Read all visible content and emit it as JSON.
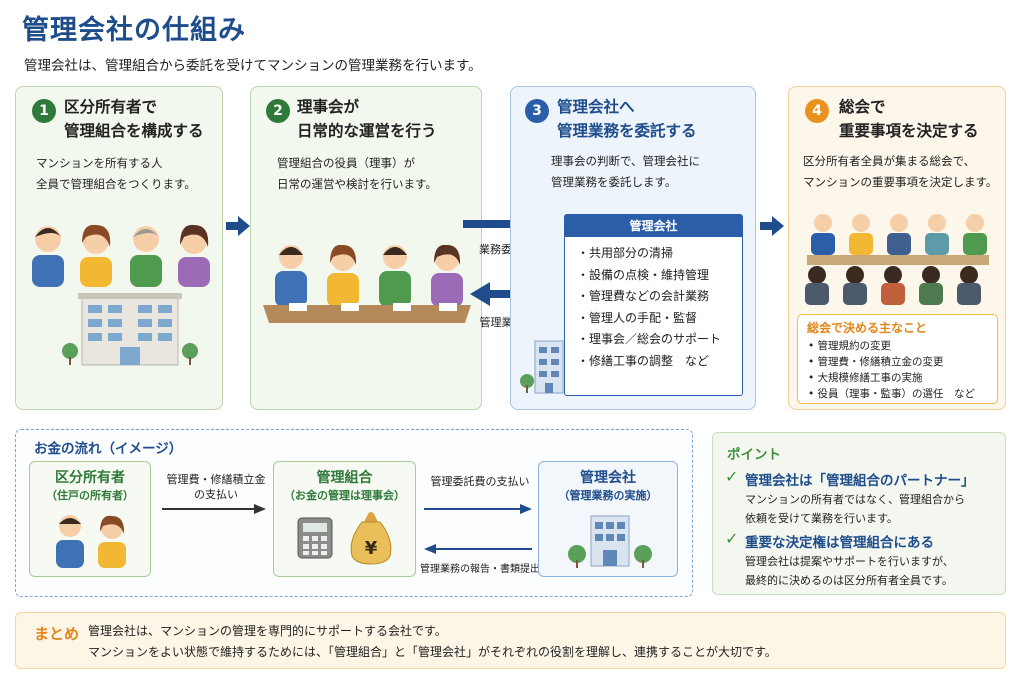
{
  "title": "管理会社の仕組み",
  "subtitle": "管理会社は、管理組合から委託を受けてマンションの管理業務を行います。",
  "steps": [
    {
      "num": "1",
      "line1": "区分所有者で",
      "line2": "管理組合を構成する",
      "desc1": "マンションを所有する人",
      "desc2": "全員で管理組合をつくります。"
    },
    {
      "num": "2",
      "line1": "理事会が",
      "line2": "日常的な運営を行う",
      "desc1": "管理組合の役員（理事）が",
      "desc2": "日常の運営や検討を行います。"
    },
    {
      "num": "3",
      "line1": "管理会社へ",
      "line2": "管理業務を委託する",
      "desc1": "理事会の判断で、管理会社に",
      "desc2": "管理業務を委託します。"
    },
    {
      "num": "4",
      "line1": "総会で",
      "line2": "重要事項を決定する",
      "desc1": "区分所有者全員が集まる総会で、",
      "desc2": "マンションの重要事項を決定します。"
    }
  ],
  "arrows": {
    "contract": "業務委託契約",
    "service": "管理業務の実施"
  },
  "management_company": {
    "heading": "管理会社",
    "tasks": [
      "・共用部分の清掃",
      "・設備の点検・維持管理",
      "・管理費などの会計業務",
      "・管理人の手配・監督",
      "・理事会／総会のサポート",
      "・修繕工事の調整　など"
    ]
  },
  "decisions": {
    "heading": "総会で決める主なこと",
    "items": [
      "• 管理規約の変更",
      "• 管理費・修繕積立金の変更",
      "• 大規模修繕工事の実施",
      "• 役員（理事・監事）の選任　など"
    ]
  },
  "money_flow": {
    "heading": "お金の流れ（イメージ）",
    "owner": {
      "title": "区分所有者",
      "sub": "（住戸の所有者）"
    },
    "union": {
      "title": "管理組合",
      "sub": "（お金の管理は理事会）"
    },
    "company": {
      "title": "管理会社",
      "sub": "（管理業務の実施）"
    },
    "pay1_line1": "管理費・修繕積立金",
    "pay1_line2": "の支払い",
    "pay2": "管理委託費の支払い",
    "report": "管理業務の報告・書類提出",
    "yen": "¥"
  },
  "point": {
    "heading": "ポイント",
    "p1_title": "管理会社は「管理組合のパートナー」",
    "p1_line1": "マンションの所有者ではなく、管理組合から",
    "p1_line2": "依頼を受けて業務を行います。",
    "p2_title": "重要な決定権は管理組合にある",
    "p2_line1": "管理会社は提案やサポートを行いますが、",
    "p2_line2": "最終的に決めるのは区分所有者全員です。"
  },
  "summary": {
    "label": "まとめ",
    "line1": "管理会社は、マンションの管理を専門的にサポートする会社です。",
    "line2": "マンションをよい状態で維持するためには、「管理組合」と「管理会社」がそれぞれの役割を理解し、連携することが大切です。"
  },
  "colors": {
    "navy": "#1f4d8c",
    "green": "#2f7a3a",
    "blue": "#2b5ea8",
    "orange": "#e9921f"
  }
}
